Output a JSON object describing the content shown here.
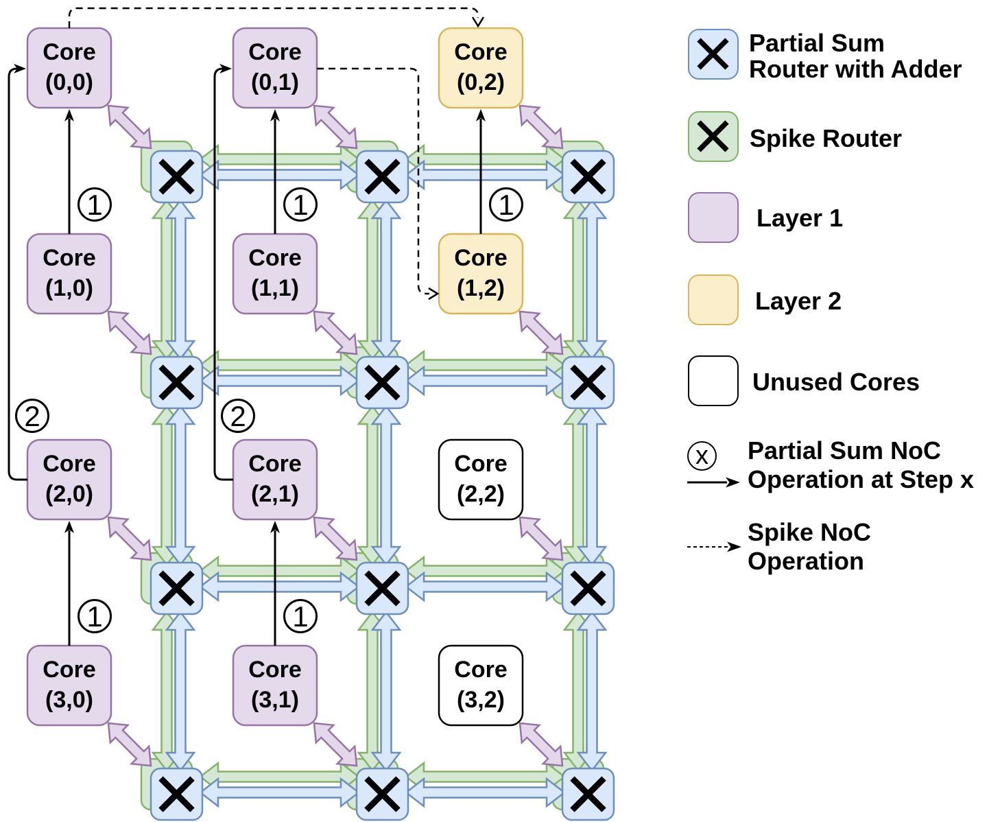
{
  "diagram": {
    "grid": {
      "core_rows": 4,
      "core_cols": 3,
      "router_rows": 4,
      "router_cols": 3
    },
    "cores": [
      {
        "row": 0,
        "col": 0,
        "name": "Core",
        "coord": "(0,0)",
        "type": "layer1"
      },
      {
        "row": 0,
        "col": 1,
        "name": "Core",
        "coord": "(0,1)",
        "type": "layer1"
      },
      {
        "row": 0,
        "col": 2,
        "name": "Core",
        "coord": "(0,2)",
        "type": "layer2"
      },
      {
        "row": 1,
        "col": 0,
        "name": "Core",
        "coord": "(1,0)",
        "type": "layer1"
      },
      {
        "row": 1,
        "col": 1,
        "name": "Core",
        "coord": "(1,1)",
        "type": "layer1"
      },
      {
        "row": 1,
        "col": 2,
        "name": "Core",
        "coord": "(1,2)",
        "type": "layer2"
      },
      {
        "row": 2,
        "col": 0,
        "name": "Core",
        "coord": "(2,0)",
        "type": "layer1"
      },
      {
        "row": 2,
        "col": 1,
        "name": "Core",
        "coord": "(2,1)",
        "type": "layer1"
      },
      {
        "row": 2,
        "col": 2,
        "name": "Core",
        "coord": "(2,2)",
        "type": "unused"
      },
      {
        "row": 3,
        "col": 0,
        "name": "Core",
        "coord": "(3,0)",
        "type": "layer1"
      },
      {
        "row": 3,
        "col": 1,
        "name": "Core",
        "coord": "(3,1)",
        "type": "layer1"
      },
      {
        "row": 3,
        "col": 2,
        "name": "Core",
        "coord": "(3,2)",
        "type": "unused"
      }
    ],
    "step_arrows": [
      {
        "step": "1",
        "kind": "up",
        "from": [
          1,
          0
        ],
        "to": [
          0,
          0
        ]
      },
      {
        "step": "1",
        "kind": "up",
        "from": [
          1,
          1
        ],
        "to": [
          0,
          1
        ]
      },
      {
        "step": "1",
        "kind": "up",
        "from": [
          1,
          2
        ],
        "to": [
          0,
          2
        ]
      },
      {
        "step": "1",
        "kind": "up",
        "from": [
          3,
          0
        ],
        "to": [
          2,
          0
        ]
      },
      {
        "step": "1",
        "kind": "up",
        "from": [
          3,
          1
        ],
        "to": [
          2,
          1
        ]
      },
      {
        "step": "2",
        "kind": "left-around",
        "from": [
          2,
          0
        ],
        "to": [
          0,
          0
        ]
      },
      {
        "step": "2",
        "kind": "left-around",
        "from": [
          2,
          1
        ],
        "to": [
          0,
          1
        ]
      }
    ],
    "spike_arrows": [
      {
        "from": "(0,0)",
        "to": "(0,2)",
        "route": "top"
      },
      {
        "from": "(0,1)",
        "to": "(1,2)",
        "route": "mid"
      }
    ],
    "colors": {
      "psum_blue_fill": "#dae8fc",
      "psum_blue_stroke": "#6c8ebf",
      "spike_green_fill": "#d5e8d4",
      "spike_green_stroke": "#82b366",
      "layer1_fill": "#e5d9ec",
      "layer1_stroke": "#9673a6",
      "layer2_fill": "#fbeecb",
      "layer2_stroke": "#d6b656",
      "unused_fill": "#ffffff",
      "unused_stroke": "#000000",
      "link_purple_fill": "#e4d7ea",
      "link_purple_stroke": "#9673a6",
      "black": "#000000"
    }
  },
  "legend": {
    "items": [
      {
        "id": "partial-sum-router",
        "line1": "Partial Sum",
        "line2": "Router with Adder"
      },
      {
        "id": "spike-router",
        "line1": "Spike Router"
      },
      {
        "id": "layer1",
        "line1": "Layer 1"
      },
      {
        "id": "layer2",
        "line1": "Layer 2"
      },
      {
        "id": "unused-cores",
        "line1": "Unused Cores"
      },
      {
        "id": "psum-noc-op",
        "badge": "x",
        "line1": "Partial Sum NoC",
        "line2": "Operation at Step x"
      },
      {
        "id": "spike-noc-op",
        "line1": "Spike NoC",
        "line2": "Operation"
      }
    ]
  }
}
